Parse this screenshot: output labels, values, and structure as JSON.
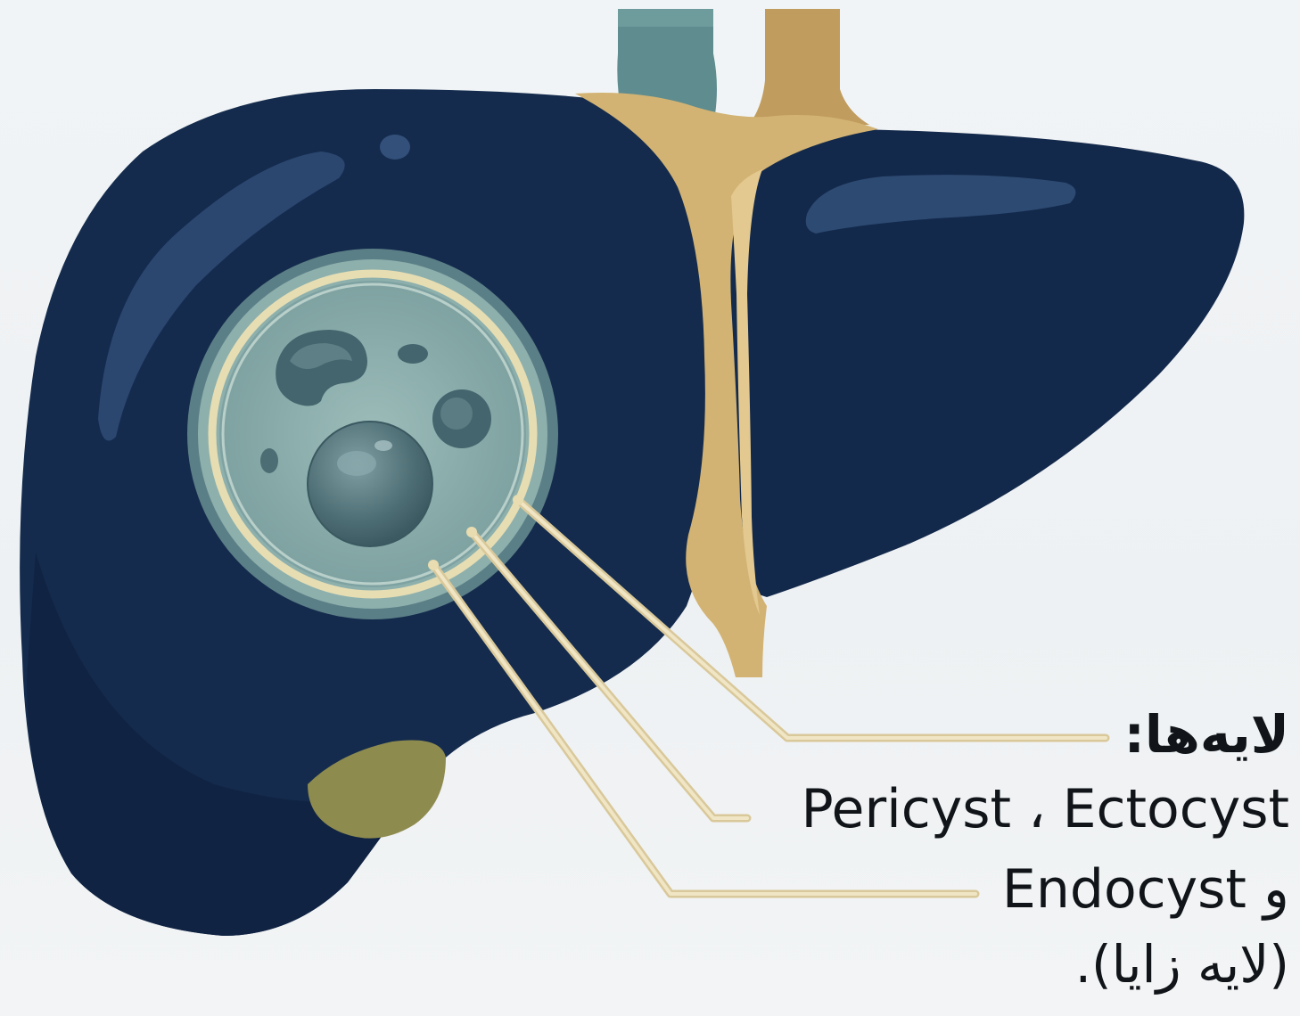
{
  "callout": {
    "heading": "لایه‌ها:",
    "line1": "Pericyst ، Ectocyst",
    "line2": "Endocyst و",
    "line3": "(لایه زایا)."
  },
  "colors": {
    "liver": "#13294b",
    "liver_highlight": "#2b4770",
    "vessel_teal": "#5f8c8e",
    "vessel_gold": "#c2a267",
    "ligament": "#d6b879",
    "gallbladder": "#8e8b4e",
    "cyst_fill": "#8fb0ae",
    "cyst_ring": "#e7dfb7",
    "leader_line": "#e0d1a2"
  }
}
